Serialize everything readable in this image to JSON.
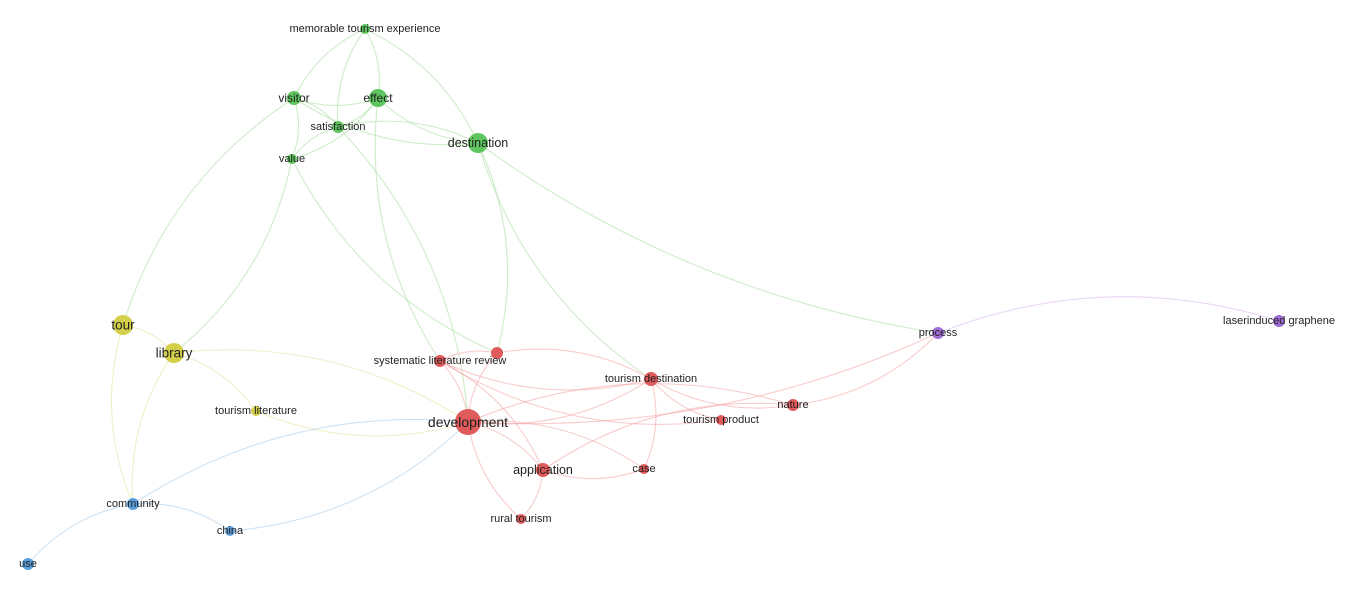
{
  "clusters": {
    "red": {
      "node_color": "#e05b5b",
      "edge_color": "#f2a3a3"
    },
    "green": {
      "node_color": "#5fc65f",
      "edge_color": "#a8dca0"
    },
    "yellow": {
      "node_color": "#d4cf4a",
      "edge_color": "#e4e19a"
    },
    "blue": {
      "node_color": "#5b9fdc",
      "edge_color": "#a9cbe8"
    },
    "purple": {
      "node_color": "#a06cd5",
      "edge_color": "#d9b8e8"
    }
  },
  "nodes": [
    {
      "id": "memorable-tourism-experience",
      "label": "memorable tourism experience",
      "cluster": "green"
    },
    {
      "id": "visitor",
      "label": "visitor",
      "cluster": "green"
    },
    {
      "id": "effect",
      "label": "effect",
      "cluster": "green"
    },
    {
      "id": "satisfaction",
      "label": "satisfaction",
      "cluster": "green"
    },
    {
      "id": "destination",
      "label": "destination",
      "cluster": "green"
    },
    {
      "id": "value",
      "label": "value",
      "cluster": "green"
    },
    {
      "id": "tour",
      "label": "tour",
      "cluster": "yellow"
    },
    {
      "id": "library",
      "label": "library",
      "cluster": "yellow"
    },
    {
      "id": "tourism-literature",
      "label": "tourism literature",
      "cluster": "yellow"
    },
    {
      "id": "systematic-literature-review",
      "label": "systematic literature review",
      "cluster": "red"
    },
    {
      "id": "review",
      "label": "",
      "cluster": "red"
    },
    {
      "id": "tourism-destination",
      "label": "tourism destination",
      "cluster": "red"
    },
    {
      "id": "development",
      "label": "development",
      "cluster": "red"
    },
    {
      "id": "tourism-product",
      "label": "tourism product",
      "cluster": "red"
    },
    {
      "id": "nature",
      "label": "nature",
      "cluster": "red"
    },
    {
      "id": "application",
      "label": "application",
      "cluster": "red"
    },
    {
      "id": "case",
      "label": "case",
      "cluster": "red"
    },
    {
      "id": "rural-tourism",
      "label": "rural tourism",
      "cluster": "red"
    },
    {
      "id": "process",
      "label": "process",
      "cluster": "purple"
    },
    {
      "id": "laserinduced-graphene",
      "label": "laserinduced graphene",
      "cluster": "purple"
    },
    {
      "id": "community",
      "label": "community",
      "cluster": "blue"
    },
    {
      "id": "china",
      "label": "china",
      "cluster": "blue"
    },
    {
      "id": "use",
      "label": "use",
      "cluster": "blue"
    }
  ],
  "edges": [
    [
      "memorable-tourism-experience",
      "visitor"
    ],
    [
      "memorable-tourism-experience",
      "effect"
    ],
    [
      "memorable-tourism-experience",
      "satisfaction"
    ],
    [
      "memorable-tourism-experience",
      "destination"
    ],
    [
      "visitor",
      "effect"
    ],
    [
      "visitor",
      "satisfaction"
    ],
    [
      "visitor",
      "destination"
    ],
    [
      "visitor",
      "value"
    ],
    [
      "visitor",
      "tour"
    ],
    [
      "effect",
      "satisfaction"
    ],
    [
      "effect",
      "destination"
    ],
    [
      "effect",
      "value"
    ],
    [
      "effect",
      "systematic-literature-review"
    ],
    [
      "satisfaction",
      "destination"
    ],
    [
      "satisfaction",
      "value"
    ],
    [
      "satisfaction",
      "development"
    ],
    [
      "destination",
      "process"
    ],
    [
      "destination",
      "review"
    ],
    [
      "destination",
      "tourism-destination"
    ],
    [
      "value",
      "library"
    ],
    [
      "value",
      "review"
    ],
    [
      "tour",
      "library"
    ],
    [
      "tour",
      "community"
    ],
    [
      "library",
      "development"
    ],
    [
      "library",
      "community"
    ],
    [
      "library",
      "tourism-literature"
    ],
    [
      "tourism-literature",
      "development"
    ],
    [
      "community",
      "development"
    ],
    [
      "community",
      "use"
    ],
    [
      "community",
      "china"
    ],
    [
      "china",
      "development"
    ],
    [
      "systematic-literature-review",
      "development"
    ],
    [
      "systematic-literature-review",
      "tourism-destination"
    ],
    [
      "systematic-literature-review",
      "application"
    ],
    [
      "systematic-literature-review",
      "tourism-product"
    ],
    [
      "systematic-literature-review",
      "review"
    ],
    [
      "review",
      "development"
    ],
    [
      "review",
      "tourism-destination"
    ],
    [
      "development",
      "tourism-destination"
    ],
    [
      "development",
      "application"
    ],
    [
      "development",
      "rural-tourism"
    ],
    [
      "development",
      "case"
    ],
    [
      "development",
      "process"
    ],
    [
      "development",
      "nature"
    ],
    [
      "tourism-destination",
      "tourism-product"
    ],
    [
      "tourism-destination",
      "case"
    ],
    [
      "tourism-destination",
      "nature"
    ],
    [
      "application",
      "rural-tourism"
    ],
    [
      "application",
      "case"
    ],
    [
      "application",
      "nature"
    ],
    [
      "nature",
      "process"
    ],
    [
      "process",
      "laserinduced-graphene"
    ]
  ]
}
